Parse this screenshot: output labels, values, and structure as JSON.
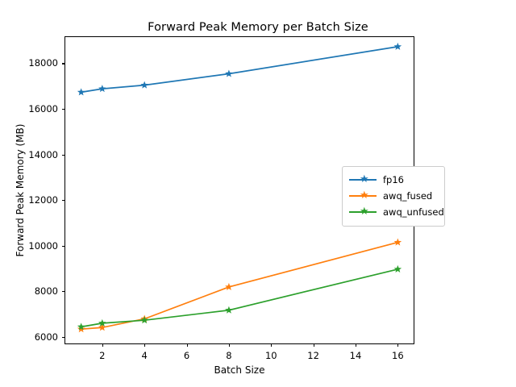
{
  "chart_data": {
    "type": "line",
    "title": "Forward Peak Memory per Batch Size",
    "xlabel": "Batch Size",
    "ylabel": "Forward Peak Memory (MB)",
    "x": [
      1,
      2,
      4,
      8,
      16
    ],
    "xlim": [
      0.25,
      16.75
    ],
    "ylim": [
      5700,
      19150
    ],
    "xticks": [
      2,
      4,
      6,
      8,
      10,
      12,
      14,
      16
    ],
    "yticks": [
      6000,
      8000,
      10000,
      12000,
      14000,
      16000,
      18000
    ],
    "grid": false,
    "legend_position": "center right",
    "marker": "star",
    "series": [
      {
        "name": "fp16",
        "color": "#1f77b4",
        "values": [
          16730,
          16880,
          17040,
          17540,
          18730
        ]
      },
      {
        "name": "awq_fused",
        "color": "#ff7f0e",
        "values": [
          6330,
          6400,
          6780,
          8180,
          10140
        ]
      },
      {
        "name": "awq_unfused",
        "color": "#2ca02c",
        "values": [
          6430,
          6590,
          6720,
          7160,
          8960
        ]
      }
    ]
  },
  "legend": {
    "entries": [
      {
        "label": "fp16"
      },
      {
        "label": "awq_fused"
      },
      {
        "label": "awq_unfused"
      }
    ]
  }
}
